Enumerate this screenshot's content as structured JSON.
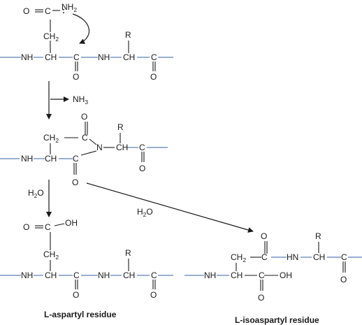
{
  "labels": {
    "O": "O",
    "NH": "NH",
    "N": "N",
    "CH": "CH",
    "C": "C",
    "CH2_main": "CH",
    "CH2_sub": "2",
    "NH2_main": "NH",
    "NH2_sub": "2",
    "R": "R",
    "OH": "OH",
    "HN": "HN",
    "lone_pair": ":"
  },
  "reagents": {
    "nh3_main": "NH",
    "nh3_sub": "3",
    "h2o_h": "H",
    "h2o_sub": "2",
    "h2o_o": "O"
  },
  "captions": {
    "aspartyl": "L-aspartyl residue",
    "isoaspartyl": "L-isoaspartyl residue"
  },
  "colors": {
    "backbone": "#5b7fb5",
    "ink": "#1a1a1a"
  }
}
